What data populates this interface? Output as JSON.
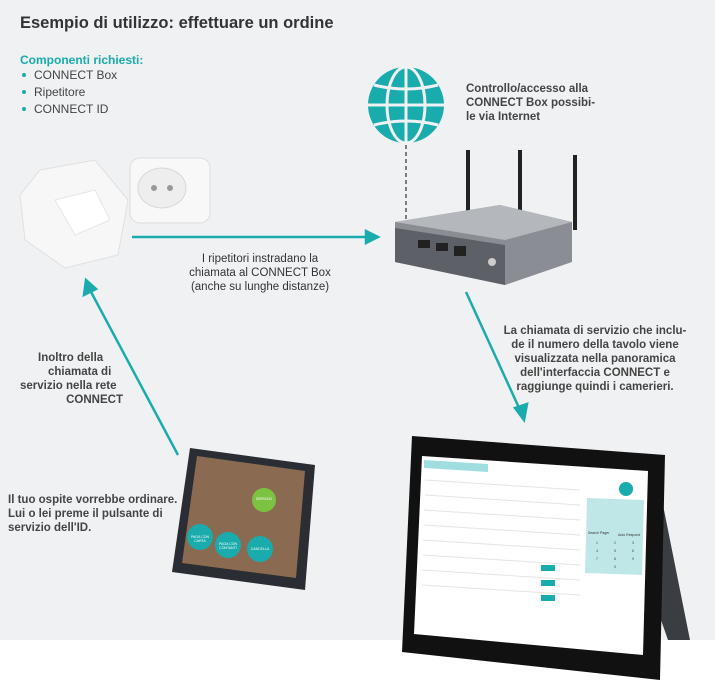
{
  "title": "Esempio di utilizzo: effettuare un ordine",
  "components": {
    "heading": "Componenti richiesti:",
    "items": [
      "CONNECT Box",
      "Ripetitore",
      "CONNECT ID"
    ]
  },
  "captions": {
    "internet": [
      "Controllo/accesso alla",
      "CONNECT Box possibi-",
      "le via Internet"
    ],
    "repeaters": [
      "I ripetitori instradano la",
      "chiamata al CONNECT Box",
      "(anche su lunghe distanze)"
    ],
    "forwarding": [
      "Inoltro della",
      "chiamata di",
      "servizio nella rete",
      "CONNECT"
    ],
    "guest": [
      "Il tuo ospite vorrebbe ordinare.",
      "Lui o lei preme il pulsante di",
      "servizio dell'ID."
    ],
    "service_call": [
      "La chiamata di servizio che inclu-",
      "de il numero della tavolo viene",
      "visualizzata nella panoramica",
      "dell'interfaccia CONNECT e",
      "raggiunge quindi i camerieri."
    ]
  },
  "id_device": {
    "buttons": [
      "SERVIZIO",
      "PAGA CON CARTA",
      "PAGA CON CONTANTI",
      "CANCELLA"
    ]
  },
  "tablet": {
    "keypad": [
      "1",
      "2",
      "3",
      "4",
      "5",
      "6",
      "7",
      "8",
      "9",
      "0"
    ],
    "pager_buttons": [
      "Search Pager",
      "Auto Respond"
    ]
  },
  "colors": {
    "accent": "#1aabad",
    "background": "#eff1f3"
  }
}
